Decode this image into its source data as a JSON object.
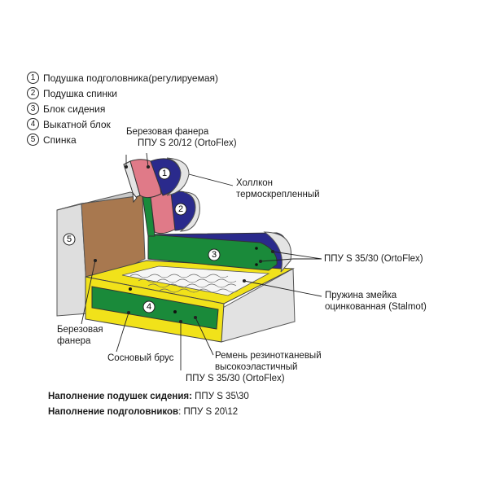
{
  "legend": [
    {
      "num": "1",
      "text": "Подушка подголовника(регулируемая)"
    },
    {
      "num": "2",
      "text": "Подушка спинки"
    },
    {
      "num": "3",
      "text": "Блок сидения"
    },
    {
      "num": "4",
      "text": "Выкатной блок"
    },
    {
      "num": "5",
      "text": "Спинка"
    }
  ],
  "callouts": {
    "birch_plywood_top": [
      "Березовая фанера",
      "ППУ S 20/12 (OrtoFlex)"
    ],
    "hollcon": [
      "Холлкон",
      "термоскрепленный"
    ],
    "ppu_3530_right": "ППУ S 35/30 (OrtoFlex)",
    "spring": [
      "Пружина змейка",
      "оцинкованная (Stalmot)"
    ],
    "birch_plywood_bottom": [
      "Березовая",
      "фанера"
    ],
    "pine_bar": "Сосновый брус",
    "belt": [
      "Ремень резинотканевый",
      "высокоэластичный"
    ],
    "ppu_3530_bottom": "ППУ S 35/30 (OrtoFlex)"
  },
  "diagram_numbers": {
    "n1": "1",
    "n2": "2",
    "n3": "3",
    "n4": "4",
    "n5": "5"
  },
  "notes": [
    {
      "label": "Наполнение подушек сидения:",
      "value": "ППУ  S 35\\30"
    },
    {
      "label": "Наполнение подголовников",
      "value": ": ППУ  S 20\\12"
    }
  ],
  "colors": {
    "pink": "#e07a88",
    "navy": "#2a2a8c",
    "green": "#1a8a3a",
    "yellow": "#f1e21a",
    "brown": "#a8784f",
    "gray": "#d8d8d8"
  }
}
